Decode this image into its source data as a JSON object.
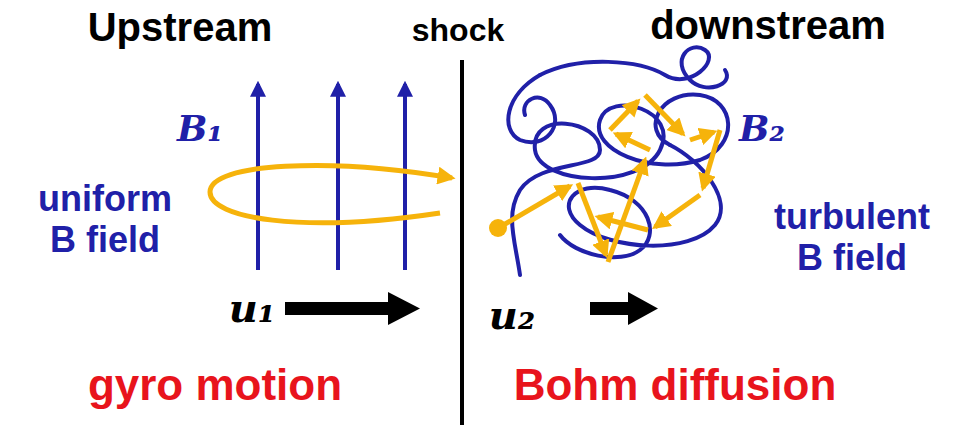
{
  "diagram": {
    "labels": [
      "Upstream",
      "shock",
      "downstream",
      "B₁",
      "uniform B field",
      "B₂",
      "turbulent B field",
      "u₁",
      "u₂",
      "gyro motion",
      "Bohm diffusion"
    ]
  }
}
